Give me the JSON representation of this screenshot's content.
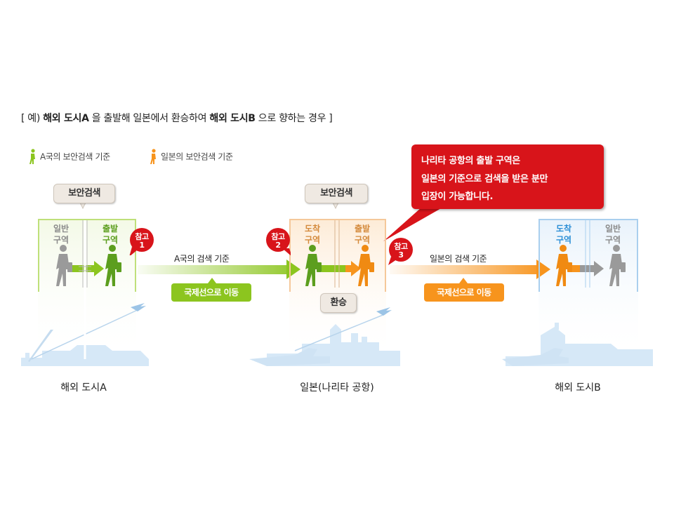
{
  "heading": {
    "bracket_open": "[ 예) ",
    "origin": "해외 도시A",
    "middle": " 을 출발해 일본에서 환승하여 ",
    "destination": "해외 도시B",
    "end": " 으로 향하는 경우 ]"
  },
  "legend": {
    "country_a": "A국의 보안검색 기준",
    "japan": "일본의 보안검색 기준"
  },
  "colors": {
    "green": "#8cc51f",
    "green_zone": "#bfe07a",
    "orange": "#f7941d",
    "orange_zone": "#f5c89a",
    "blue_zone": "#a9cfee",
    "blue_text": "#2c8fd6",
    "gray_text": "#8a8a8a",
    "red": "#d8141a"
  },
  "origin_airport": {
    "general_zone": [
      "일반",
      "구역"
    ],
    "departure_zone": [
      "출발",
      "구역"
    ],
    "security_check": "보안검색",
    "city": "해외 도시A"
  },
  "japan_airport": {
    "arrival_zone": [
      "도착",
      "구역"
    ],
    "departure_zone": [
      "출발",
      "구역"
    ],
    "security_check": "보안검색",
    "transfer": "환승",
    "city": "일본(나리타 공항)"
  },
  "destination_airport": {
    "arrival_zone": [
      "도착",
      "구역"
    ],
    "general_zone": [
      "일반",
      "구역"
    ],
    "city": "해외 도시B"
  },
  "notes": [
    {
      "label": "참고",
      "num": "1"
    },
    {
      "label": "참고",
      "num": "2"
    },
    {
      "label": "참고",
      "num": "3"
    }
  ],
  "flows": {
    "first_basis": "A국의 검색 기준",
    "first_move": "국제선으로 이동",
    "second_basis": "일본의 검색 기준",
    "second_move": "국제선으로 이동"
  },
  "callout": {
    "line1": "나리타 공항의 출발 구역은",
    "line2": "일본의 기준으로 검색을 받은 분만",
    "line3": "입장이 가능합니다."
  }
}
